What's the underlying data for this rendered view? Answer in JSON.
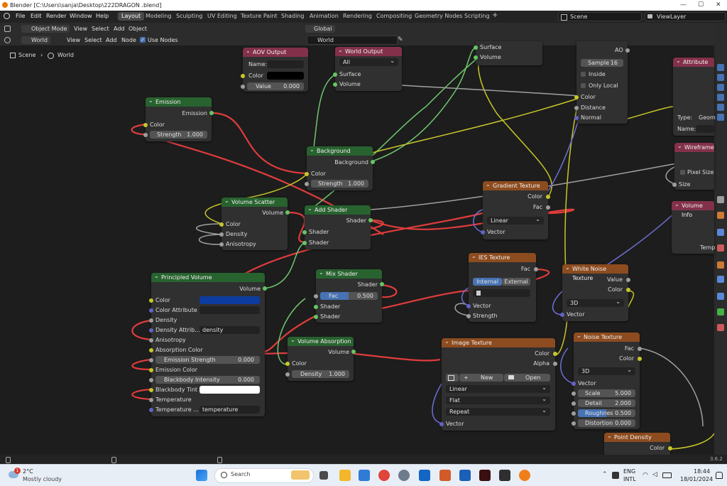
{
  "window": {
    "title": "Blender [C:\\Users\\sanja\\Desktop\\222DRAGON .blend]"
  },
  "topbar": {
    "menus": [
      "File",
      "Edit",
      "Render",
      "Window",
      "Help"
    ],
    "workspaces": [
      "Layout",
      "Modeling",
      "Sculpting",
      "UV Editing",
      "Texture Paint",
      "Shading",
      "Animation",
      "Rendering",
      "Compositing",
      "Geometry Nodes",
      "Scripting"
    ],
    "active_workspace": "Layout",
    "add_tab": "+",
    "scene": "Scene",
    "view_layer": "ViewLayer"
  },
  "header": {
    "mode": "Object Mode",
    "view": "View",
    "select": "Select",
    "add": "Add",
    "object": "Object",
    "transform": "Global",
    "world_type": "World",
    "view2": "View",
    "select2": "Select",
    "add2": "Add",
    "node": "Node",
    "use_nodes": "Use Nodes",
    "world_name": "World"
  },
  "breadcrumb": {
    "scene": "Scene",
    "sep": "›",
    "world": "World"
  },
  "nodes": {
    "aov": {
      "title": "AOV Output",
      "name_label": "Name:",
      "color": "Color",
      "value_label": "Value",
      "value": "0.000"
    },
    "world_output": {
      "title": "World Output",
      "target": "All",
      "surface": "Surface",
      "volume": "Volume"
    },
    "top_sv": {
      "surface": "Surface",
      "volume": "Volume"
    },
    "emission": {
      "title": "Emission",
      "out": "Emission",
      "color": "Color",
      "strength_label": "Strength",
      "strength": "1.000"
    },
    "background": {
      "title": "Background",
      "out": "Background",
      "color": "Color",
      "strength_label": "Strength",
      "strength": "1.000"
    },
    "volume_scatter": {
      "title": "Volume Scatter",
      "out": "Volume",
      "color": "Color",
      "density": "Density",
      "anisotropy": "Anisotropy"
    },
    "add_shader": {
      "title": "Add Shader",
      "out": "Shader",
      "in1": "Shader",
      "in2": "Shader"
    },
    "principled_volume": {
      "title": "Principled Volume",
      "out": "Volume",
      "color": "Color",
      "color_attr": "Color Attribute",
      "density": "Density",
      "density_attr": "Density Attrib...",
      "density_attr_value": "density",
      "anisotropy": "Anisotropy",
      "absorption": "Absorption Color",
      "emission_strength": "Emission Strength",
      "emission_strength_value": "0.000",
      "emission_color": "Emission Color",
      "blackbody_intensity": "Blackbody Intensity",
      "blackbody_intensity_value": "0.000",
      "blackbody_tint": "Blackbody Tint",
      "temperature": "Temperature",
      "temperature_attr": "Temperature ...",
      "temperature_attr_value": "temperature"
    },
    "mix_shader": {
      "title": "Mix Shader",
      "out": "Shader",
      "fac_label": "Fac",
      "fac": "0.500",
      "in1": "Shader",
      "in2": "Shader"
    },
    "volume_absorption": {
      "title": "Volume Absorption",
      "out": "Volume",
      "color": "Color",
      "density_label": "Density",
      "density": "1.000"
    },
    "ao": {
      "ao": "AO",
      "sample_label": "Sample",
      "sample": "16",
      "inside": "Inside",
      "only_local": "Only Local",
      "color": "Color",
      "distance": "Distance",
      "normal": "Normal"
    },
    "attribute": {
      "title": "Attribute",
      "type": "Type:",
      "type_value": "Geom",
      "name": "Name:"
    },
    "wireframe": {
      "title": "Wireframe",
      "pixel_size": "Pixel Size",
      "size": "Size"
    },
    "volume_info": {
      "title": "Volume Info",
      "temp": "Temp"
    },
    "gradient": {
      "title": "Gradient Texture",
      "color": "Color",
      "fac": "Fac",
      "mode": "Linear",
      "vector": "Vector"
    },
    "ies": {
      "title": "IES Texture",
      "fac": "Fac",
      "internal": "Internal",
      "external": "External",
      "vector": "Vector",
      "strength": "Strength"
    },
    "white_noise": {
      "title": "White Noise Texture",
      "value": "Value",
      "color": "Color",
      "dims": "3D",
      "vector": "Vector"
    },
    "image": {
      "title": "Image Texture",
      "color": "Color",
      "alpha": "Alpha",
      "new": "New",
      "open": "Open",
      "interp": "Linear",
      "proj": "Flat",
      "ext": "Repeat",
      "vector": "Vector"
    },
    "noise": {
      "title": "Noise Texture",
      "fac": "Fac",
      "color": "Color",
      "dims": "3D",
      "vector": "Vector",
      "scale_label": "Scale",
      "scale": "5.000",
      "detail_label": "Detail",
      "detail": "2.000",
      "rough_label": "Roughnes",
      "rough": "0.500",
      "distortion_label": "Distortion",
      "distortion": "0.000"
    },
    "point_density": {
      "title": "Point Density",
      "color": "Color"
    }
  },
  "statusbar": {
    "version": "3.6.2"
  },
  "taskbar": {
    "temp": "2°C",
    "weather": "Mostly cloudy",
    "weather_badge": "1",
    "search": "Search",
    "lang1": "ENG",
    "lang2": "INTL",
    "time": "18:44",
    "date": "18/01/2024"
  },
  "colors": {
    "input_header": "#83314a",
    "shader_header": "#28622f",
    "texture_header": "#8d4c1f",
    "output_header": "#83314a",
    "link_red": "#e03c3c",
    "link_green": "#6fc66f",
    "link_yellow": "#c7c729",
    "link_gray": "#a0a0a0",
    "link_purple": "#6f6fd6",
    "accent": "#4772b3"
  }
}
